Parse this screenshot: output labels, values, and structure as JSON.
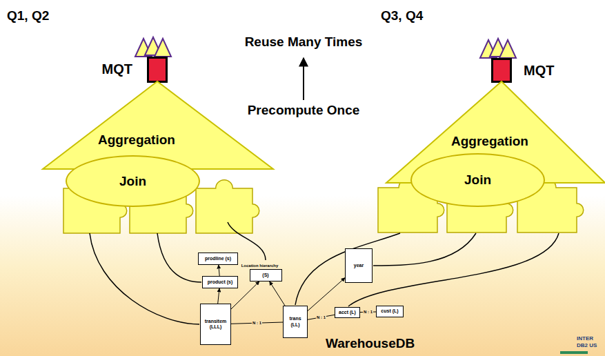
{
  "diagram": {
    "nodes": [
      {
        "text": [
          "MQT"
        ]
      },
      {
        "text": [
          "Aggregation"
        ]
      },
      {
        "text": [
          "Join"
        ]
      },
      {
        "text": [
          "MQT"
        ]
      },
      {
        "text": [
          "Aggregation"
        ]
      },
      {
        "text": [
          "Join"
        ]
      },
      {
        "text": [
          "prodline (s)"
        ]
      },
      {
        "text": [
          "Location hierarchy",
          "(S)"
        ]
      },
      {
        "text": [
          "year"
        ]
      },
      {
        "text": [
          "product (s)"
        ]
      },
      {
        "text": [
          "transitem (LLL)"
        ]
      },
      {
        "text": [
          "trans (LL)"
        ]
      },
      {
        "text": [
          "acct (L)"
        ]
      },
      {
        "text": [
          "cust (L)"
        ]
      }
    ],
    "edges": [
      {
        "from": 10,
        "to": 9,
        "arrow": "to"
      },
      {
        "from": 9,
        "to": 6,
        "arrow": "to"
      },
      {
        "from": 10,
        "to": 7,
        "arrow": "to"
      },
      {
        "from": 11,
        "to": 7,
        "arrow": "to"
      },
      {
        "from": 11,
        "to": 8,
        "arrow": "to"
      },
      {
        "from": 10,
        "to": 11,
        "label": "N : 1",
        "arrow": "none"
      },
      {
        "from": 11,
        "to": 12,
        "label": "N : 1",
        "arrow": "none"
      },
      {
        "from": 12,
        "to": 13,
        "label": "N : 1",
        "arrow": "none"
      }
    ],
    "labels": [
      "Q1, Q2",
      "Q3, Q4",
      "Reuse Many Times",
      "Precompute Once",
      "WarehouseDB",
      "INTER",
      "DB2 US"
    ]
  }
}
